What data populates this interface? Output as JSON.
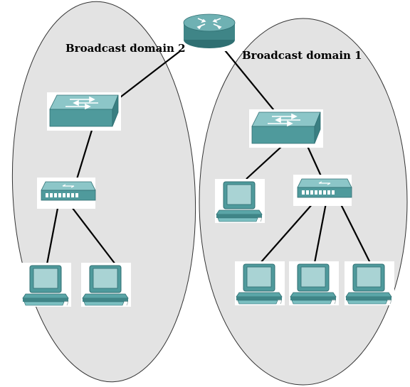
{
  "domains": [
    {
      "id": "domain2",
      "label": "Broadcast domain 2"
    },
    {
      "id": "domain1",
      "label": "Broadcast domain 1"
    }
  ],
  "devices": {
    "router": {
      "icon": "router-icon"
    },
    "switch_left": {
      "icon": "switch-icon"
    },
    "switch_right": {
      "icon": "switch-icon"
    },
    "hub_left": {
      "icon": "hub-icon"
    },
    "hub_right": {
      "icon": "hub-icon"
    },
    "computers": [
      {
        "icon": "computer-icon",
        "domain": "domain2"
      },
      {
        "icon": "computer-icon",
        "domain": "domain2"
      },
      {
        "icon": "computer-icon",
        "domain": "domain1"
      },
      {
        "icon": "computer-icon",
        "domain": "domain1"
      },
      {
        "icon": "computer-icon",
        "domain": "domain1"
      },
      {
        "icon": "computer-icon",
        "domain": "domain1"
      }
    ]
  },
  "colors": {
    "domain_fill": "#e3e3e3",
    "device_teal": "#4f9a9c",
    "device_light": "#8cc6c8",
    "device_dark": "#2f6f72",
    "link": "#000000"
  }
}
